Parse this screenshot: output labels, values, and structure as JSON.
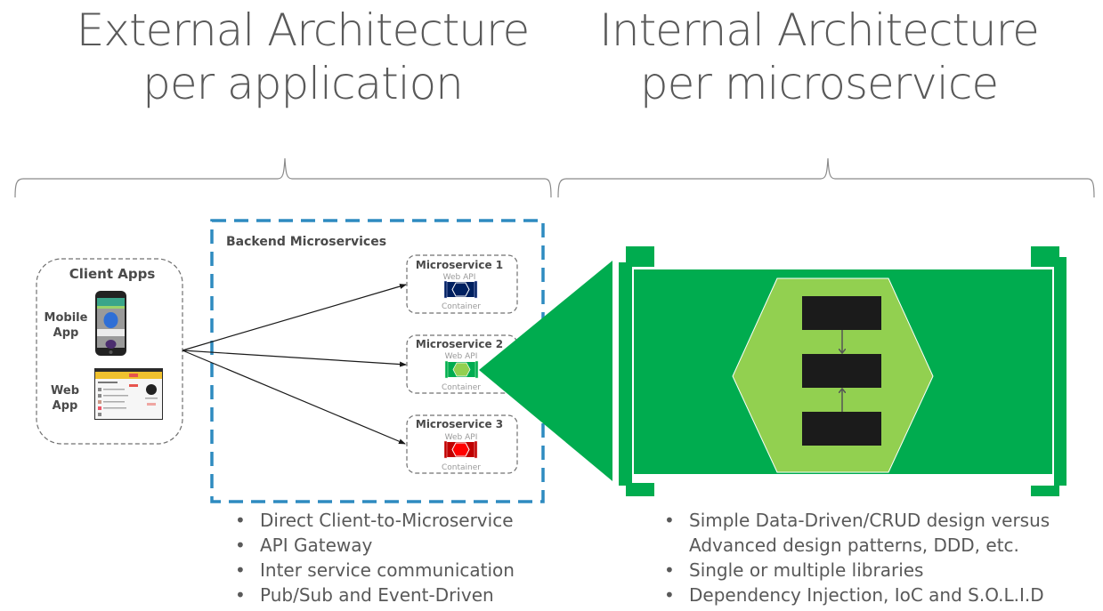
{
  "titles": {
    "external": {
      "line1": "External Architecture",
      "line2": "per application"
    },
    "internal": {
      "line1": "Internal Architecture",
      "line2": "per microservice"
    }
  },
  "client_apps": {
    "title": "Client Apps",
    "mobile": {
      "line1": "Mobile",
      "line2": "App",
      "icon": "mobile-phone-icon"
    },
    "web": {
      "line1": "Web",
      "line2": "App",
      "icon": "web-browser-icon"
    }
  },
  "backend": {
    "title": "Backend Microservices",
    "border_color": "#2e8bc0",
    "microservices": [
      {
        "name": "Microservice 1",
        "api": "Web API",
        "container": "Container",
        "color": "#002060",
        "hex_color": "#002060"
      },
      {
        "name": "Microservice 2",
        "api": "Web API",
        "container": "Container",
        "color": "#00ac4f",
        "hex_color": "#92d050"
      },
      {
        "name": "Microservice 3",
        "api": "Web API",
        "container": "Container",
        "color": "#c00000",
        "hex_color": "#ff0000"
      }
    ]
  },
  "internal_view": {
    "container_color": "#00ac4f",
    "hexagon_color": "#92d050",
    "layer_color": "#1b1b1b",
    "layers": 3
  },
  "bullets_external": [
    "Direct Client-to-Microservice",
    "API Gateway",
    "Inter service communication",
    "Pub/Sub and Event-Driven"
  ],
  "bullets_internal": [
    "Simple Data-Driven/CRUD design versus Advanced design patterns, DDD, etc.",
    "Single or multiple libraries",
    "Dependency Injection, IoC and S.O.L.I.D"
  ],
  "bullets_internal_lines": [
    [
      "Simple Data-Driven/CRUD design versus",
      "Advanced design patterns, DDD, etc."
    ]
  ]
}
